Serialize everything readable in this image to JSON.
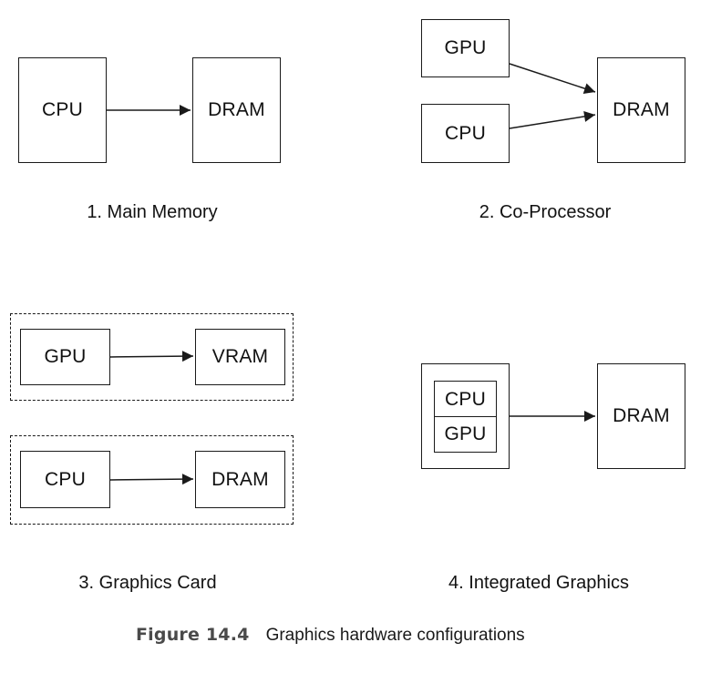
{
  "diagrams": {
    "main_memory": {
      "cpu": "CPU",
      "dram": "DRAM",
      "caption": "1. Main Memory"
    },
    "co_processor": {
      "gpu": "GPU",
      "cpu": "CPU",
      "dram": "DRAM",
      "caption": "2. Co-Processor"
    },
    "graphics_card": {
      "gpu": "GPU",
      "vram": "VRAM",
      "cpu": "CPU",
      "dram": "DRAM",
      "caption": "3. Graphics Card"
    },
    "integrated_graphics": {
      "cpu": "CPU",
      "gpu": "GPU",
      "dram": "DRAM",
      "caption": "4. Integrated Graphics"
    }
  },
  "figure": {
    "number": "Figure 14.4",
    "title": "Graphics hardware configurations"
  },
  "colors": {
    "stroke": "#1a1a1a",
    "figure_label": "#4a4a4a"
  }
}
